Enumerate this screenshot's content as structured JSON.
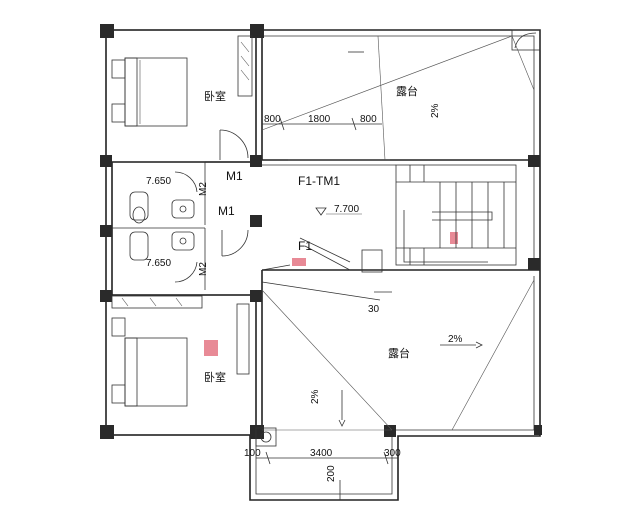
{
  "rooms": {
    "bedroom_top": "卧室",
    "bedroom_bottom": "卧室",
    "terrace_top": "露台",
    "terrace_bottom": "露台"
  },
  "doors": {
    "m1_upper": "M1",
    "m1_lower": "M1",
    "m2_upper": "M2",
    "m2_lower": "M2",
    "f1_tm1": "F1-TM1",
    "f1": "F1"
  },
  "elevations": {
    "hall": "7.700",
    "bath_upper": "7.650",
    "bath_lower": "7.650"
  },
  "slopes": {
    "terrace_top": "2%",
    "terrace_bottom_h": "2%",
    "terrace_bottom_v": "2%"
  },
  "dimensions": {
    "top_left": "800",
    "top_mid": "1800",
    "top_right": "800",
    "bottom_left": "100",
    "bottom_mid": "3400",
    "bottom_right": "300",
    "bottom_vertical": "200",
    "stair_edge": "30"
  }
}
